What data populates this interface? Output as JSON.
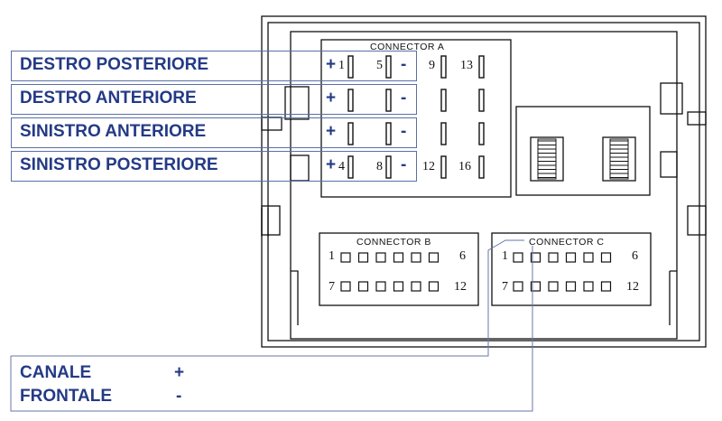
{
  "connector_a": {
    "title": "CONNECTOR  A",
    "pins": [
      "1",
      "5",
      "9",
      "13",
      "4",
      "8",
      "12",
      "16"
    ]
  },
  "connector_b": {
    "title": "CONNECTOR  B",
    "pins": [
      "1",
      "6",
      "7",
      "12"
    ]
  },
  "connector_c": {
    "title": "CONNECTOR  C",
    "pins": [
      "1",
      "6",
      "7",
      "12"
    ]
  },
  "labels": [
    {
      "text": "DESTRO POSTERIORE",
      "plus": "+",
      "minus": "-"
    },
    {
      "text": "DESTRO ANTERIORE",
      "plus": "+",
      "minus": "-"
    },
    {
      "text": "SINISTRO ANTERIORE",
      "plus": "+",
      "minus": "-"
    },
    {
      "text": "SINISTRO POSTERIORE",
      "plus": "+",
      "minus": "-"
    }
  ],
  "bottom": {
    "line1": "CANALE",
    "line1_sign": "+",
    "line2": "FRONTALE",
    "line2_sign": "-"
  },
  "colors": {
    "label_text": "#243a86",
    "label_border": "#5a6fa8",
    "drawing": "#111111"
  }
}
